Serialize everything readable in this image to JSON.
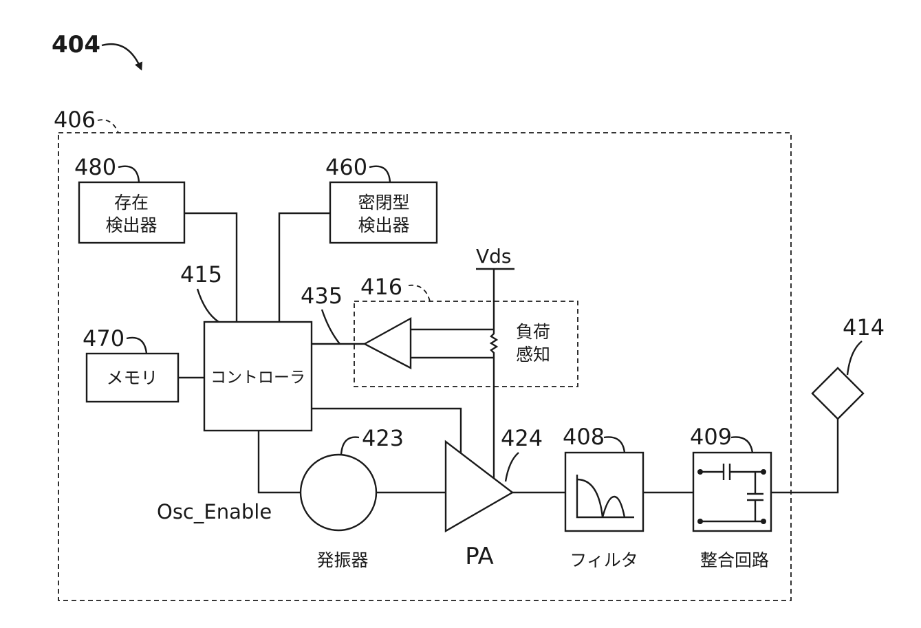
{
  "figure": {
    "ref_main": "404",
    "ref_enclosure": "406",
    "ref_antenna": "414"
  },
  "blocks": {
    "presence_detector": {
      "ref": "480",
      "line1": "存在",
      "line2": "検出器"
    },
    "enclosed_detector": {
      "ref": "460",
      "line1": "密閉型",
      "line2": "検出器"
    },
    "controller": {
      "ref": "415",
      "label": "コントローラ"
    },
    "memory": {
      "ref": "470",
      "label": "メモリ"
    },
    "load_sensing": {
      "ref": "416",
      "line1": "負荷",
      "line2": "感知"
    },
    "oscillator": {
      "ref": "423",
      "label": "発振器"
    },
    "power_amp": {
      "ref": "424",
      "label": "PA"
    },
    "filter": {
      "ref": "408",
      "label": "フィルタ"
    },
    "matching": {
      "ref": "409",
      "label": "整合回路"
    }
  },
  "signals": {
    "supply": "Vds",
    "osc_enable": "Osc_Enable",
    "sense_line_ref": "435"
  }
}
